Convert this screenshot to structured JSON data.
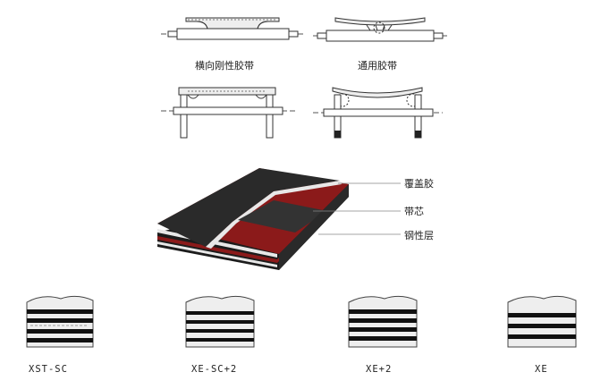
{
  "cross_sections": {
    "rigid_belt_label": "横向刚性胶带",
    "general_belt_label": "通用胶带"
  },
  "layers": {
    "cover_rubber": "覆盖胶",
    "belt_core": "带芯",
    "steel_layer": "钢性层"
  },
  "variants": [
    {
      "code": "XST-SC"
    },
    {
      "code": "XE-SC+2"
    },
    {
      "code": "XE+2"
    },
    {
      "code": "XE"
    }
  ],
  "colors": {
    "cover": "#2a2a2a",
    "core": "#8b1a1a",
    "steel": "#e8e8e8",
    "line": "#333333"
  }
}
